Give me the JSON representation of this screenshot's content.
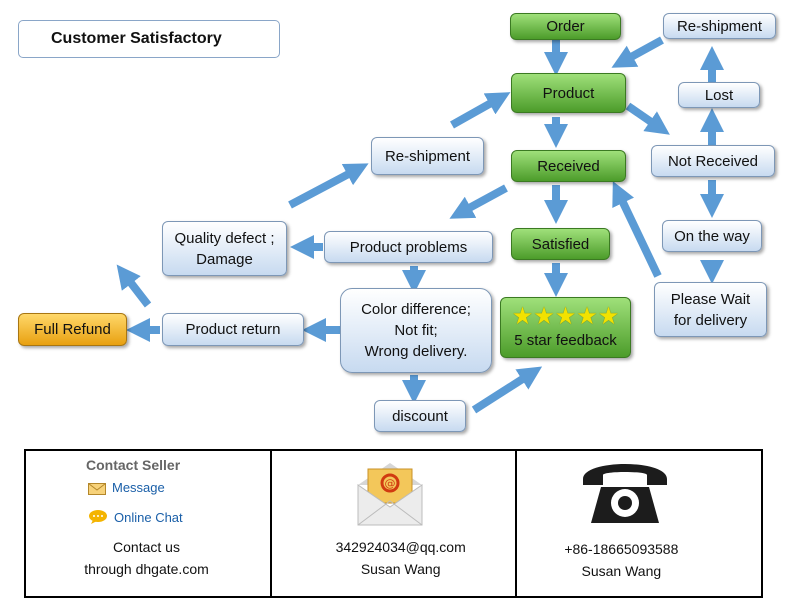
{
  "title": "Customer Satisfactory",
  "nodes": {
    "order": "Order",
    "product": "Product",
    "received": "Received",
    "satisfied": "Satisfied",
    "five_star": "5 star feedback",
    "reship_top": "Re-shipment",
    "lost": "Lost",
    "not_received": "Not Received",
    "on_the_way": "On the way",
    "please_wait": "Please Wait\nfor delivery",
    "reship_left": "Re-shipment",
    "product_problems": "Product problems",
    "quality_defect": "Quality defect ;\nDamage",
    "color_difference": "Color difference;\nNot fit;\nWrong delivery.",
    "discount": "discount",
    "product_return": "Product return",
    "full_refund": "Full Refund"
  },
  "contact": {
    "seller": {
      "heading": "Contact Seller",
      "message": "Message",
      "online_chat": "Online Chat",
      "line1": "Contact us",
      "line2": "through dhgate.com"
    },
    "email": {
      "address": "342924034@qq.com",
      "name": "Susan Wang"
    },
    "phone": {
      "number": "+86-18665093588",
      "name": "Susan Wang"
    }
  },
  "colors": {
    "arrow": "#5b9bd5",
    "green": "#4c9c2a",
    "orange": "#e8a010",
    "star": "#f2e200"
  },
  "icons": [
    "envelope-icon",
    "chat-bubble-icon",
    "email-envelope-icon",
    "telephone-icon",
    "star-icon"
  ]
}
